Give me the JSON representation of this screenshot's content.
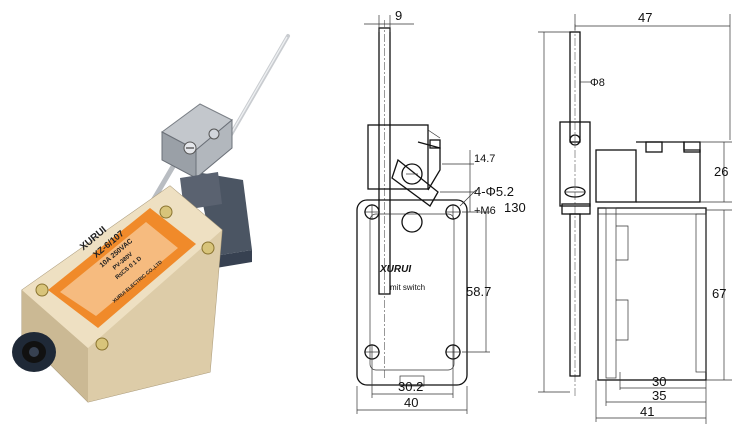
{
  "product_label": {
    "brand": "XURUI",
    "model": "XZ-6/107",
    "rating": "10A 250VAC",
    "line3": "PV-380V",
    "line4": "R≤CS 0 1 D",
    "footer": "XURUI ELECTRIC CO.,LTD"
  },
  "front_view": {
    "face_brand": "XURUI",
    "face_text": "mit switch",
    "dims": {
      "top_offset": "9",
      "cam_width": "14.7",
      "holes": "4-Φ5.2",
      "thread": "+M6",
      "hole_spacing_v": "58.7",
      "hole_spacing_h": "30.2",
      "body_width": "40",
      "total_height": "130"
    }
  },
  "side_view": {
    "dims": {
      "overall_depth": "47",
      "rod_diameter": "Φ8",
      "head_height": "26",
      "body_height": "67",
      "d30": "30",
      "d35": "35",
      "d41": "41"
    }
  },
  "colors": {
    "body": "#e6d6b5",
    "label": "#f08a2a",
    "head_metal": "#a9adb3",
    "dark_housing": "#4b5563"
  }
}
